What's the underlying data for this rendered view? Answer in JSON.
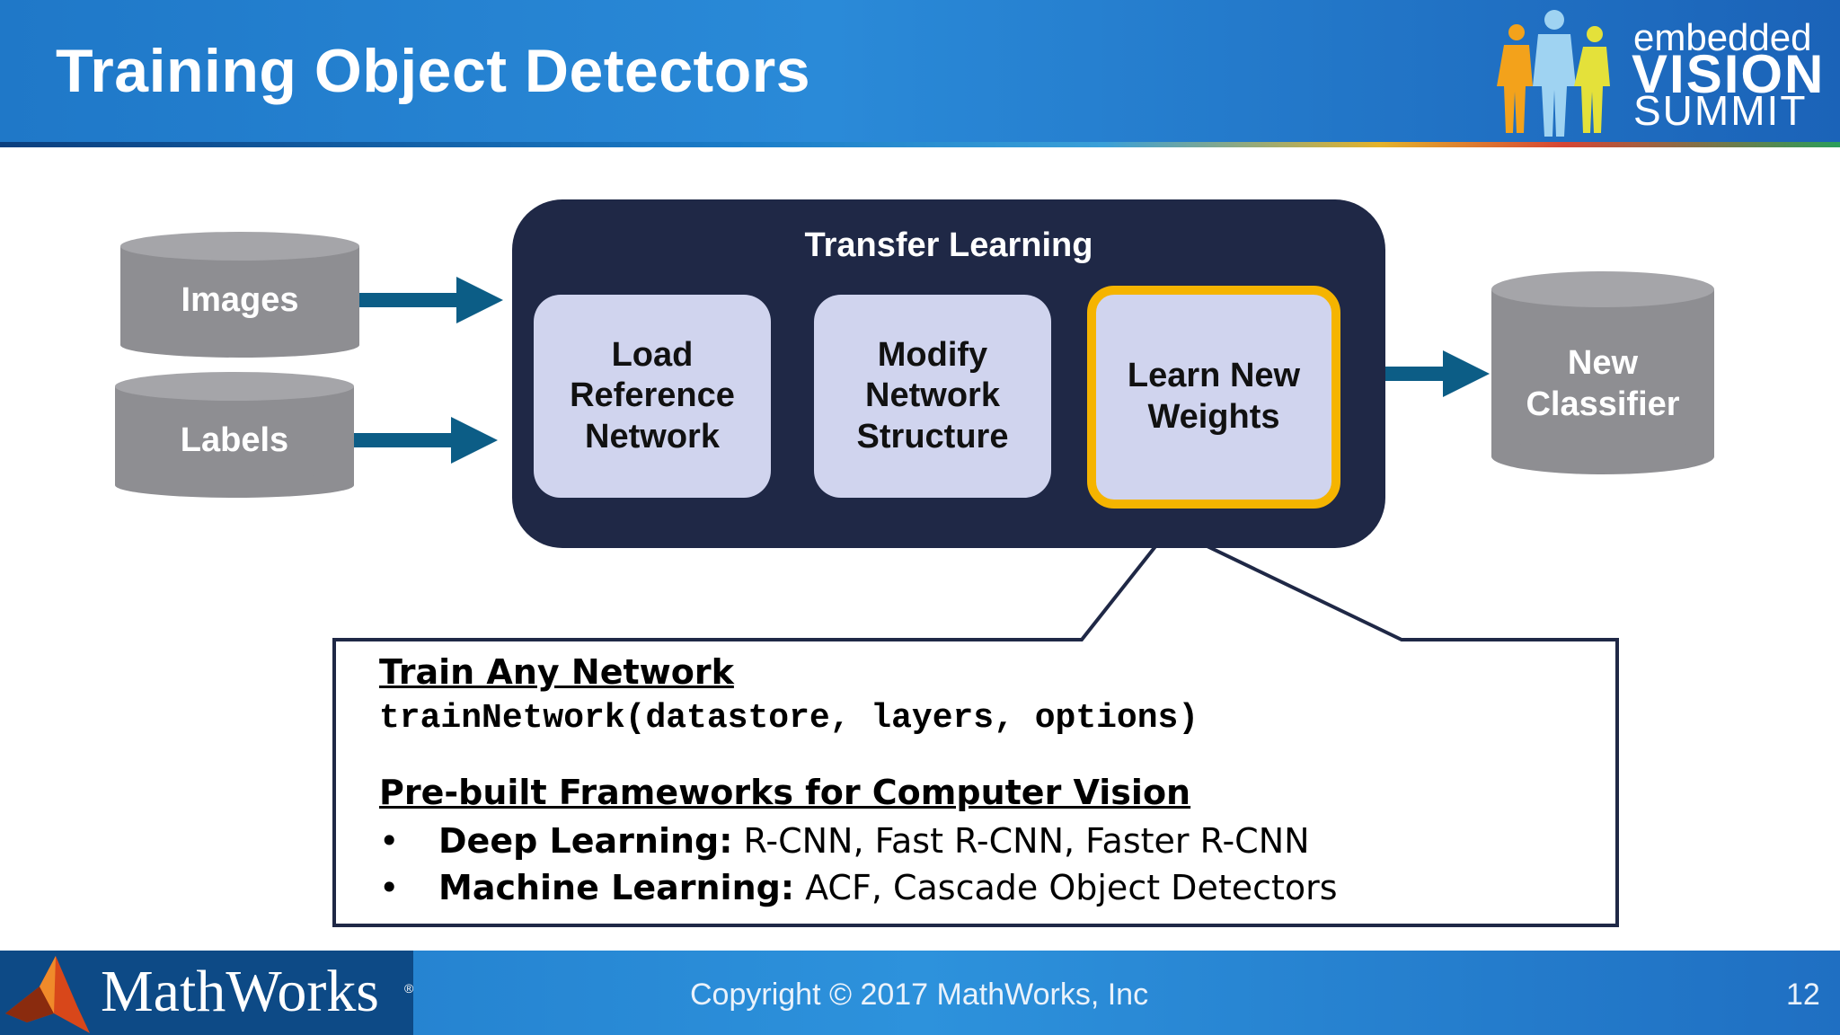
{
  "header": {
    "title": "Training Object Detectors",
    "logo": {
      "line1": "embedded",
      "line2": "VISION",
      "line3": "SUMMIT"
    }
  },
  "diagram": {
    "inputs": [
      {
        "label": "Images"
      },
      {
        "label": "Labels"
      }
    ],
    "transfer_learning": {
      "title": "Transfer Learning",
      "steps": [
        {
          "lines": [
            "Load",
            "Reference",
            "Network"
          ]
        },
        {
          "lines": [
            "Modify",
            "Network",
            "Structure"
          ]
        },
        {
          "lines": [
            "Learn New",
            "Weights"
          ]
        }
      ]
    },
    "output": {
      "lines": [
        "New",
        "Classifier"
      ]
    },
    "colors": {
      "cylinder": "#8e8e92",
      "arrow": "#0c5d86",
      "panel": "#1f2846",
      "step": "#d0d4ee",
      "highlight": "#f5b400"
    }
  },
  "callout": {
    "heading1": "Train Any Network",
    "code": "trainNetwork(datastore, layers, options)",
    "heading2": "Pre-built Frameworks for Computer Vision",
    "bullets": [
      {
        "bullet": "•",
        "label": "Deep Learning:",
        "text": " R-CNN, Fast R-CNN, Faster R-CNN"
      },
      {
        "bullet": "•",
        "label": "Machine Learning:",
        "text": " ACF, Cascade Object Detectors"
      }
    ]
  },
  "footer": {
    "brand": "MathWorks",
    "registered": "®",
    "copyright": "Copyright © 2017 MathWorks, Inc",
    "page_number": "12"
  }
}
